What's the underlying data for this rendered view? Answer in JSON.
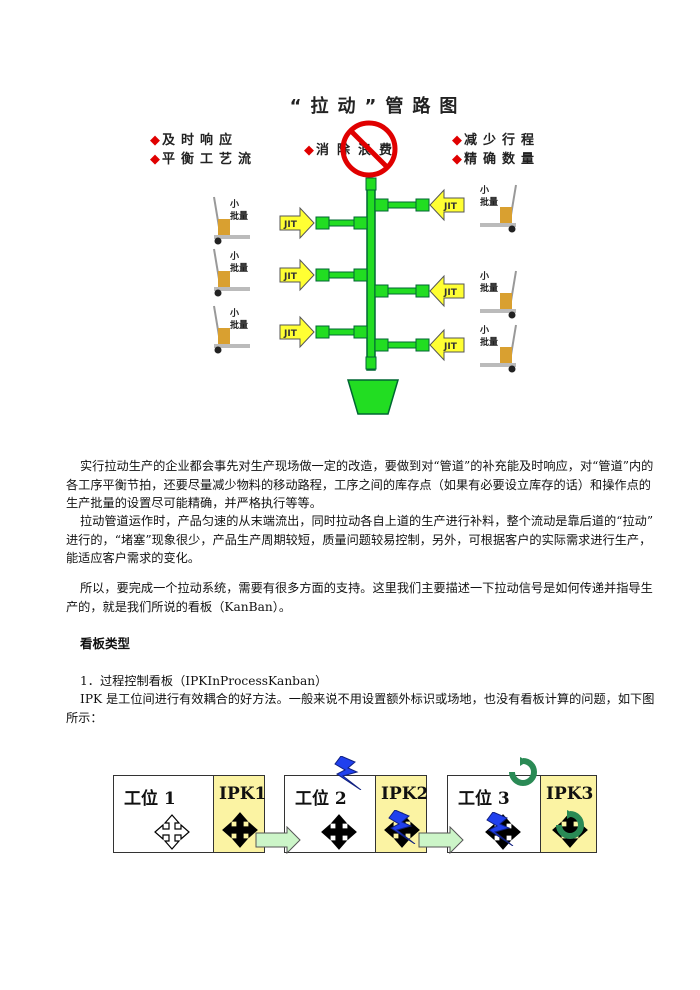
{
  "figure1": {
    "title": "“拉动”管路图",
    "left_bullets": [
      "及时响应",
      "平衡工艺流"
    ],
    "center_bullet": "消除浪费",
    "right_bullets": [
      "减少行程",
      "精确数量"
    ],
    "arrow_label": "JIT",
    "cart_label_line1": "小",
    "cart_label_line2": "批量",
    "colors": {
      "pipe": "#22dd22",
      "arrow": "#ffff33",
      "no_sign": "#e00000",
      "bullet": "#e00000"
    }
  },
  "body": {
    "para1": [
      "实行拉动生产的企业都会事先对生产现场做一定的改造，要做到对“管道”的补充能及时响应，对“管道”内的",
      "各工序平衡节拍，还要尽量减少物料的移动路程，工序之间的库存点（如果有必要设立库存的话）和操作点的",
      "生产批量的设置尽可能精确，并严格执行等等。"
    ],
    "para2": [
      "拉动管道运作时，产品匀速的从末端流出，同时拉动各自上道的生产进行补料，整个流动是靠后道的“拉动”",
      "进行的，“堵塞”现象很少，产品生产周期较短，质量问题较易控制，另外，可根据客户的实际需求进行生产，",
      "能适应客户需求的变化。"
    ],
    "para3": [
      "所以，要完成一个拉动系统，需要有很多方面的支持。这里我们主要描述一下拉动信号是如何传递并指导生",
      "产的，就是我们所说的看板（KanBan）。"
    ],
    "heading": "看板类型",
    "item1": "1．过程控制看板（IPKInProcessKanban）",
    "para4": [
      "IPK 是工位间进行有效耦合的好方法。一般来说不用设置额外标识或场地，也没有看板计算的问题，如下图",
      "所示："
    ]
  },
  "figure2": {
    "stations": [
      {
        "name": "工位 1",
        "ipk": "IPK1"
      },
      {
        "name": "工位 2",
        "ipk": "IPK2"
      },
      {
        "name": "工位 3",
        "ipk": "IPK3"
      }
    ],
    "colors": {
      "ipk_bg": "#fbf3a3",
      "flow_arrow": "#ccf5c8",
      "lightning": "#2040ee",
      "rotate": "#2a8a55"
    }
  }
}
